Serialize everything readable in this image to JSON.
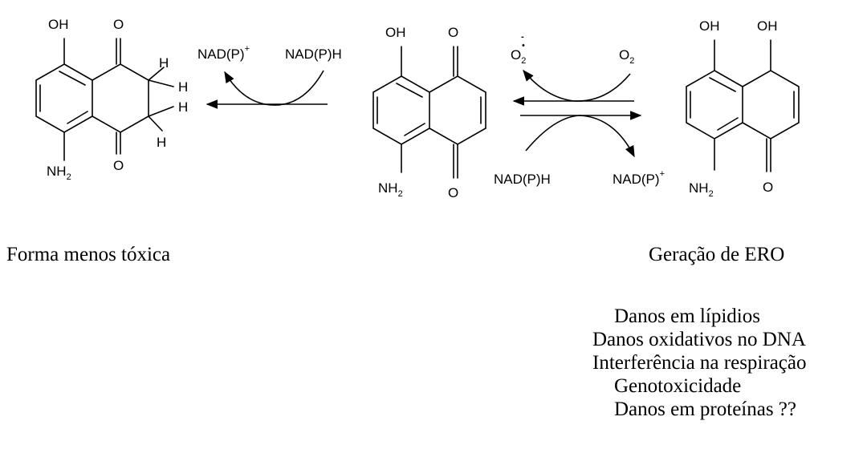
{
  "scheme": {
    "left_molecule": {
      "substituents": [
        "OH",
        "O",
        "H",
        "H",
        "H",
        "H",
        "O"
      ],
      "amine_group": "NH",
      "amine_subscript": "2"
    },
    "center_molecule": {
      "substituents": [
        "OH",
        "O",
        "O"
      ],
      "amine_group": "NH",
      "amine_subscript": "2"
    },
    "right_molecule": {
      "substituents": [
        "OH",
        "OH",
        "O"
      ],
      "amine_group": "NH",
      "amine_subscript": "2"
    },
    "reduction_step": {
      "cofactor_oxidized": "NAD(P)",
      "cofactor_oxidized_charge": "+",
      "cofactor_reduced": "NAD(P)H"
    },
    "redox_cycle": {
      "superoxide": "O",
      "superoxide_subscript": "2",
      "superoxide_radical": "•",
      "superoxide_charge": "-",
      "oxygen": "O",
      "oxygen_subscript": "2",
      "cofactor_reduced": "NAD(P)H",
      "cofactor_oxidized": "NAD(P)",
      "cofactor_oxidized_charge": "+"
    }
  },
  "captions": {
    "left": "Forma menos tóxica",
    "right": "Geração de ERO"
  },
  "effects": [
    "Danos em lípidios",
    "Danos oxidativos no DNA",
    "Interferência na respiração",
    "Genotoxicidade",
    "Danos em proteínas ??"
  ]
}
